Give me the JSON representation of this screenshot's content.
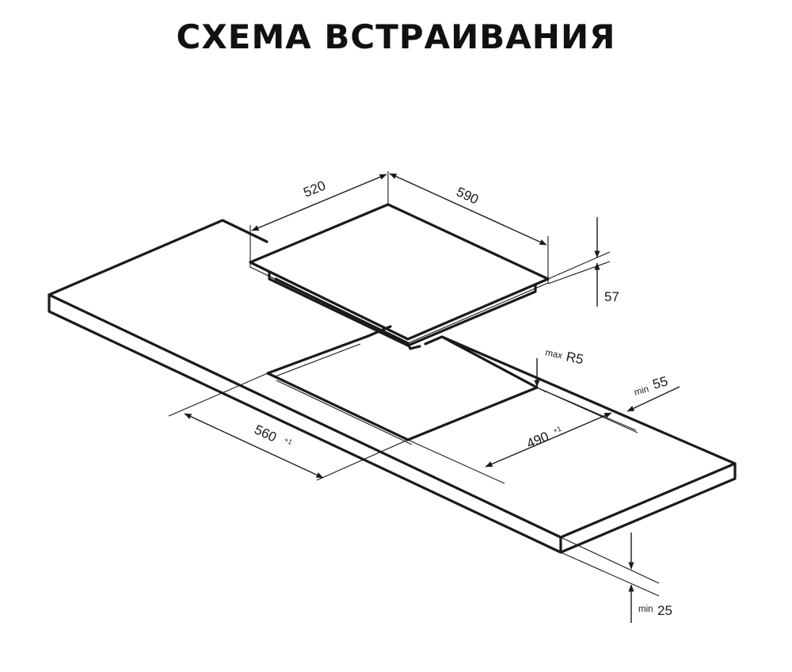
{
  "title": "СХЕМА ВСТРАИВАНИЯ",
  "dimensions": {
    "hob_depth": "520",
    "hob_width": "590",
    "hob_height": "57",
    "cutout_width": "560",
    "cutout_width_tol": "+1",
    "cutout_depth": "490",
    "cutout_depth_tol": "+1",
    "corner_radius_prefix": "max",
    "corner_radius": "R5",
    "front_gap_prefix": "min",
    "front_gap": "55",
    "worktop_thickness_prefix": "min",
    "worktop_thickness": "25"
  }
}
